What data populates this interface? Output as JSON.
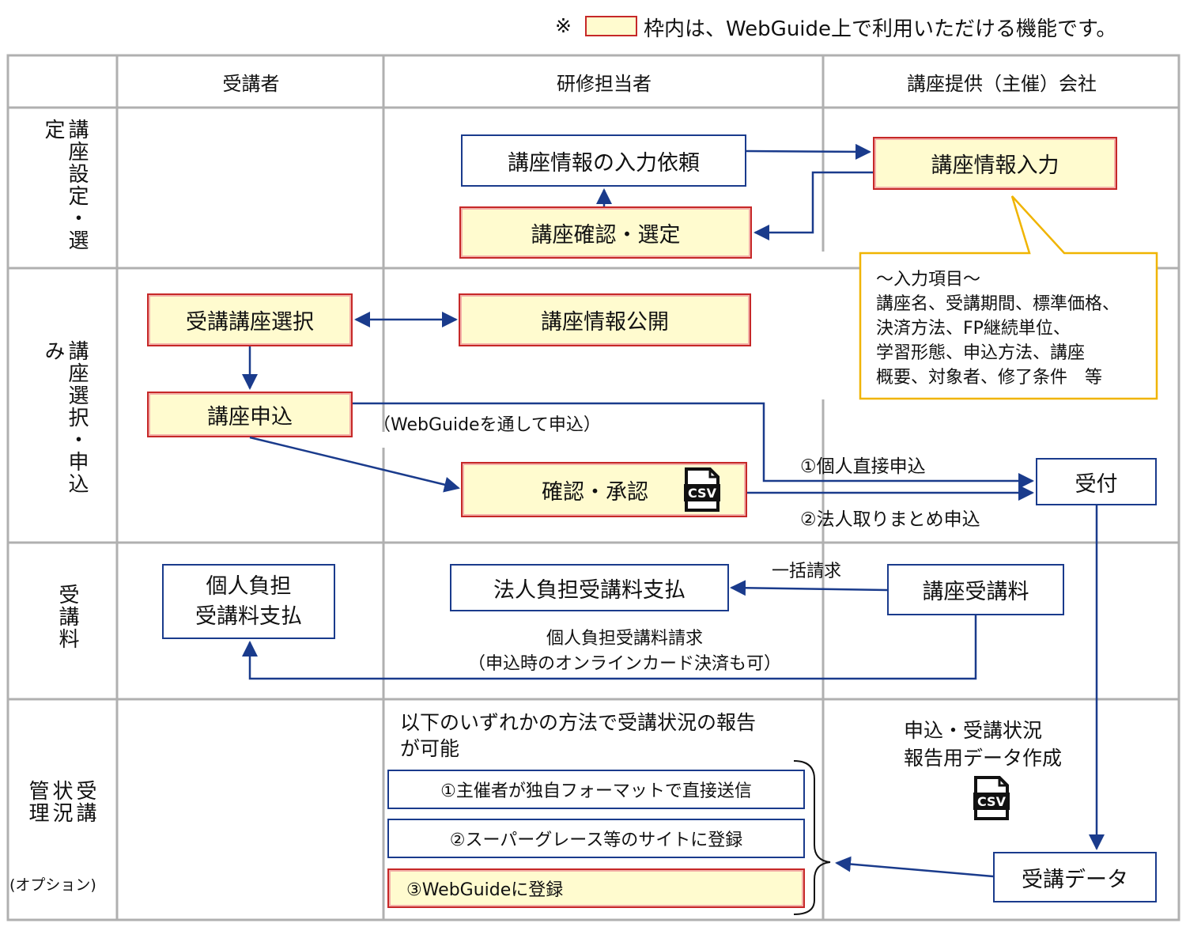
{
  "legend": {
    "mark": "※",
    "text": "枠内は、WebGuide上で利用いただける機能です。"
  },
  "columns": {
    "student": "受講者",
    "trainer": "研修担当者",
    "provider": "講座提供（主催）会社"
  },
  "rows": {
    "setup": "講座設定・選定",
    "apply": "講座選択・申込み",
    "fee": "受講料",
    "status": "受講状況管理",
    "status_note": "(オプション)"
  },
  "boxes": {
    "input_request": "講座情報の入力依頼",
    "course_input": "講座情報入力",
    "course_confirm": "講座確認・選定",
    "course_select": "受講講座選択",
    "course_publish": "講座情報公開",
    "course_apply": "講座申込",
    "confirm_approve": "確認・承認",
    "reception": "受付",
    "personal_pay_l1": "個人負担",
    "personal_pay_l2": "受講料支払",
    "corp_pay": "法人負担受講料支払",
    "course_fee": "講座受講料",
    "option1": "①主催者が独自フォーマットで直接送信",
    "option2": "②スーパーグレース等のサイトに登録",
    "option3": "③WebGuideに登録",
    "attendance_data": "受講データ"
  },
  "callout": {
    "lines": [
      "～入力項目～",
      "講座名、受講期間、標準価格、",
      "決済方法、FP継続単位、",
      "学習形態、申込方法、講座",
      "概要、対象者、修了条件　等"
    ]
  },
  "labels": {
    "via_webguide": "（WebGuideを通して申込）",
    "direct_personal": "①個人直接申込",
    "corp_bulk": "②法人取りまとめ申込",
    "bulk_billing": "一括請求",
    "personal_billing_l1": "個人負担受講料請求",
    "personal_billing_l2": "（申込時のオンラインカード決済も可）",
    "report_l1": "以下のいずれかの方法で受講状況の報告",
    "report_l2": "が可能",
    "create_data_l1": "申込・受講状況",
    "create_data_l2": "報告用データ作成",
    "csv": "CSV"
  },
  "icons": [
    "csv-file-icon"
  ],
  "colors": {
    "box_border": "#1a3b8c",
    "highlight_fill": "#fffbcf",
    "highlight_border": "#c62828",
    "callout_border": "#f0b400",
    "grid": "#b0b0b0"
  }
}
